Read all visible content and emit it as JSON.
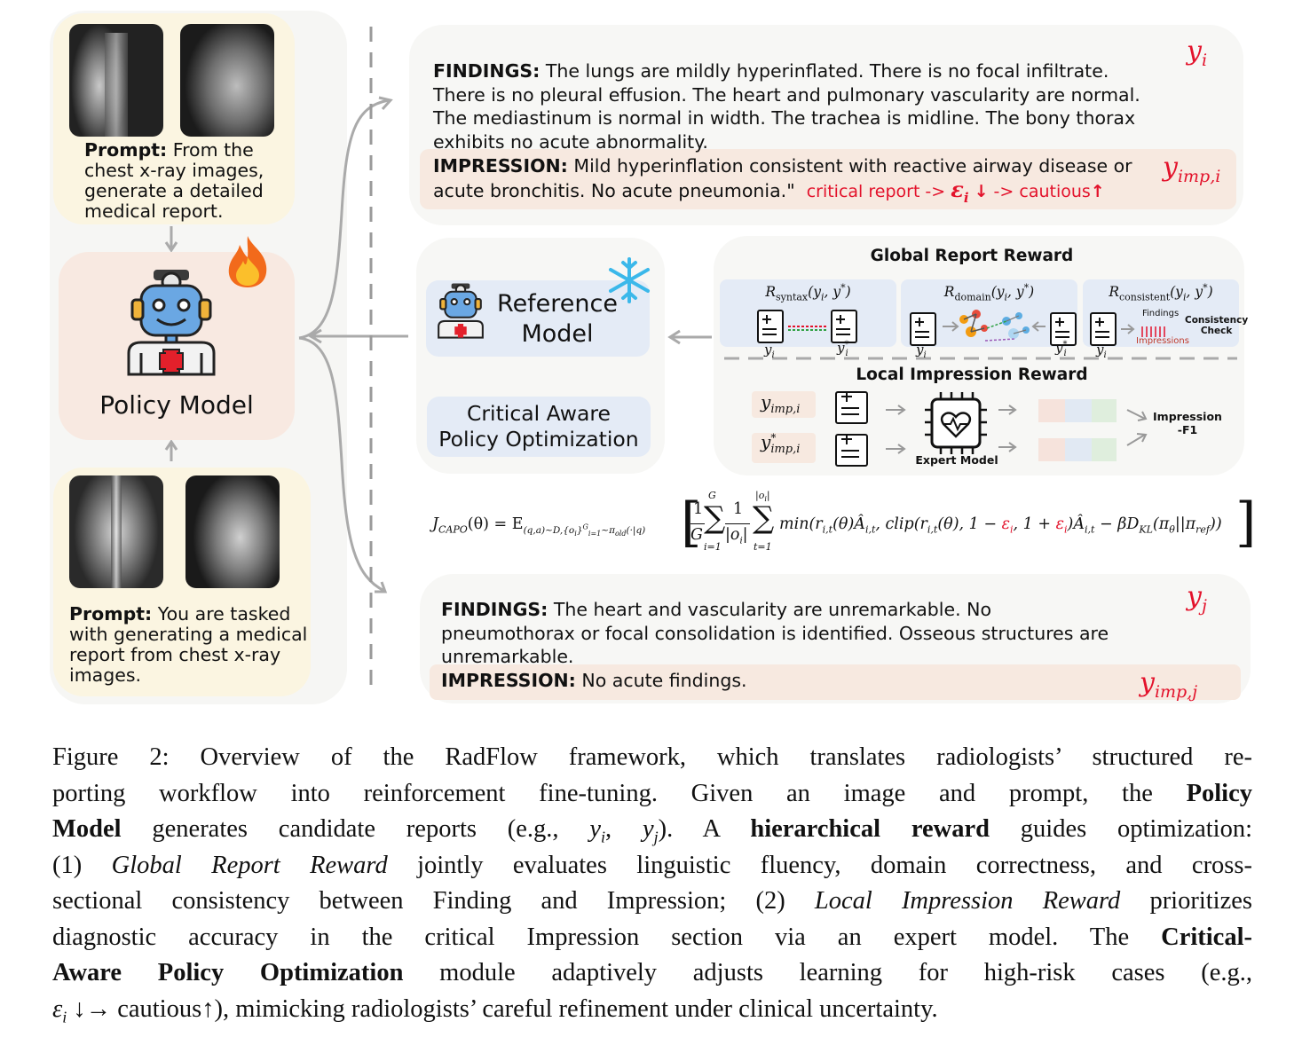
{
  "left_column": {
    "prompt_top": {
      "label": "Prompt:",
      "lines": [
        " From the",
        "chest x-ray images,",
        "generate a detailed",
        "medical report."
      ]
    },
    "policy_model": {
      "label": "Policy Model"
    },
    "prompt_bottom": {
      "label": "Prompt:",
      "lines": [
        " You are tasked",
        "with generating a medical",
        "report from  chest x-ray",
        "images."
      ]
    }
  },
  "report_i": {
    "symbol": "y",
    "symbol_sub": "i",
    "findings_label": "FINDINGS:",
    "findings_lines": [
      " The lungs are mildly hyperinflated. There is no focal infiltrate.",
      "There is no pleural effusion. The heart and pulmonary vascularity are normal.",
      "The mediastinum is normal in width. The trachea is midline. The bony thorax",
      "exhibits no acute abnormality."
    ],
    "impression_label": "IMPRESSION:",
    "impression_lines": [
      " Mild hyperinflation consistent with reactive airway disease or",
      "acute bronchitis. No acute pneumonia.\""
    ],
    "critical_note": "critical report -> ",
    "critical_eps": "ε",
    "critical_eps_sub": "i",
    "critical_arrow_down": "↓",
    "critical_tail": " ->  cautious",
    "critical_arrow_up": "↑",
    "imp_symbol": "y",
    "imp_symbol_sub": "imp,i"
  },
  "reference": {
    "label_line1": "Reference",
    "label_line2": "Model",
    "capo_line1": "Critical Aware",
    "capo_line2": "Policy Optimization"
  },
  "global_reward": {
    "title": "Global Report Reward",
    "syntax": {
      "R": "R",
      "sub": "syntax",
      "args": "(y",
      "args_i": "i",
      "args_mid": ", y",
      "args_star": "*",
      "args_end": ")"
    },
    "domain": {
      "R": "R",
      "sub": "domain"
    },
    "consistent": {
      "R": "R",
      "sub": "consistent"
    },
    "findings_label": "Findings",
    "impressions_label": "Impressions",
    "consistency_check": [
      "Consistency",
      "Check"
    ]
  },
  "local_reward": {
    "title": "Local Impression Reward",
    "expert_model": "Expert Model",
    "impression_f1": [
      "Impression",
      "-F1"
    ]
  },
  "equation": {
    "lhs": "J",
    "lhs_sub": "CAPO",
    "lhs_arg": "(θ) = E",
    "expect_sub": "(q,a)~D,{o",
    "expect_sub2": "i",
    "expect_sub3": "}",
    "expect_sub4": "G",
    "expect_sub5": "i=1",
    "expect_sub6": "~π",
    "expect_sub7": "old",
    "expect_sub8": "(·|q)",
    "frac1_num": "1",
    "frac1_den": "G",
    "sum1_top": "G",
    "sum1_bot": "i=1",
    "frac2_num": "1",
    "frac2_den": "|o",
    "frac2_den_sub": "i",
    "frac2_den_end": "|",
    "sum2_top": "|o",
    "sum2_top_sub": "i",
    "sum2_top_end": "|",
    "sum2_bot": "t=1",
    "body_a": "min(r",
    "body_a_sub": "i,t",
    "body_b": "(θ)Â",
    "body_b_sub": "i,t",
    "body_c": ", clip(r",
    "body_c_sub": "i,t",
    "body_d": "(θ), 1 − ",
    "eps": "ε",
    "eps_sub": "i",
    "body_e": ", 1 + ",
    "body_f": ")Â",
    "body_f_sub": "i,t",
    "body_g": " − βD",
    "body_g_sub": "KL",
    "body_h": "(π",
    "body_h_sub": "θ",
    "body_i": "||π",
    "body_i_sub": "ref",
    "body_j": "))"
  },
  "report_j": {
    "symbol": "y",
    "symbol_sub": "j",
    "findings_label": "FINDINGS:",
    "findings_lines": [
      " The heart and vascularity are unremarkable. No",
      "pneumothorax or focal consolidation is identified. Osseous structures are",
      "unremarkable."
    ],
    "impression_label": "IMPRESSION:",
    "impression_text": " No acute findings.",
    "imp_symbol": "y",
    "imp_symbol_sub": "imp,j"
  },
  "caption": {
    "l1": "Figure 2:  Overview of the RadFlow framework, which translates radiologists’ structured re-",
    "l2a": "porting workflow into reinforcement fine-tuning.  Given an image and prompt, the ",
    "l2b": "Policy",
    "l3a": "Model",
    "l3b": " generates candidate reports (e.g., ",
    "l3c": "y",
    "l3d": "i",
    "l3e": ", ",
    "l3f": "y",
    "l3g": "j",
    "l3h": ").  A ",
    "l3i": "hierarchical reward",
    "l3j": " guides optimization:",
    "l4a": "(1) ",
    "l4b": "Global Report Reward",
    "l4c": " jointly evaluates linguistic fluency, domain correctness, and cross-",
    "l5a": "sectional consistency between Finding and Impression; (2) ",
    "l5b": "Local Impression Reward",
    "l5c": " prioritizes",
    "l6a": "diagnostic accuracy in the critical Impression section via an expert model.  The ",
    "l6b": "Critical-",
    "l7a": "Aware Policy Optimization",
    "l7b": " module adaptively adjusts learning for high-risk cases (e.g.,",
    "l8a": "ε",
    "l8b": "i",
    "l8c": " ↓→ cautious↑), mimicking radiologists’ careful refinement under clinical uncertainty."
  }
}
